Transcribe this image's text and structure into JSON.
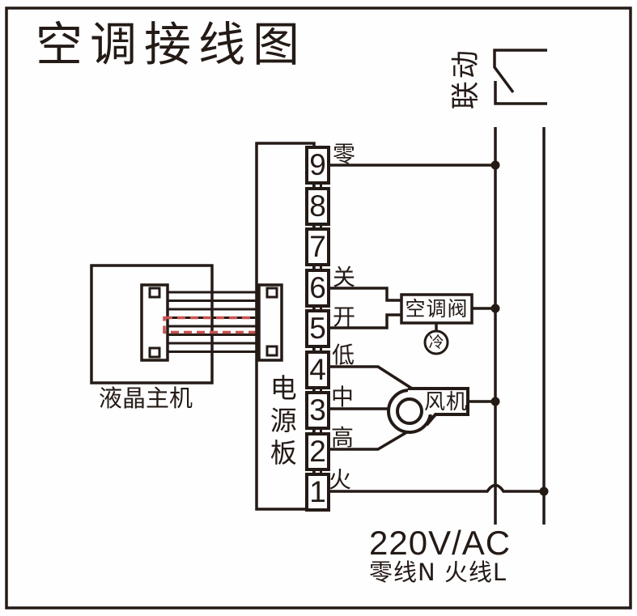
{
  "title": "空调接线图",
  "colors": {
    "line": "#241a16",
    "highlight_red": "#c9534f",
    "background": "#fefefe"
  },
  "linkage": {
    "label": "联动",
    "symbol": "open-switch-contact"
  },
  "lcd_unit": {
    "label": "液晶主机",
    "ribbon_wires": 8,
    "highlight": "red-dashed-box"
  },
  "power_board": {
    "label": "电源板",
    "terminals": [
      {
        "number": "9",
        "wire": "零"
      },
      {
        "number": "8",
        "wire": ""
      },
      {
        "number": "7",
        "wire": ""
      },
      {
        "number": "6",
        "wire": "关"
      },
      {
        "number": "5",
        "wire": "开"
      },
      {
        "number": "4",
        "wire": "低"
      },
      {
        "number": "3",
        "wire": "中"
      },
      {
        "number": "2",
        "wire": "高"
      },
      {
        "number": "1",
        "wire": "火"
      }
    ]
  },
  "components": {
    "valve": {
      "label": "空调阀",
      "mode": "冷"
    },
    "fan": {
      "label": "风机"
    }
  },
  "power": {
    "voltage": "220V/AC",
    "legend": "零线N 火线L"
  }
}
